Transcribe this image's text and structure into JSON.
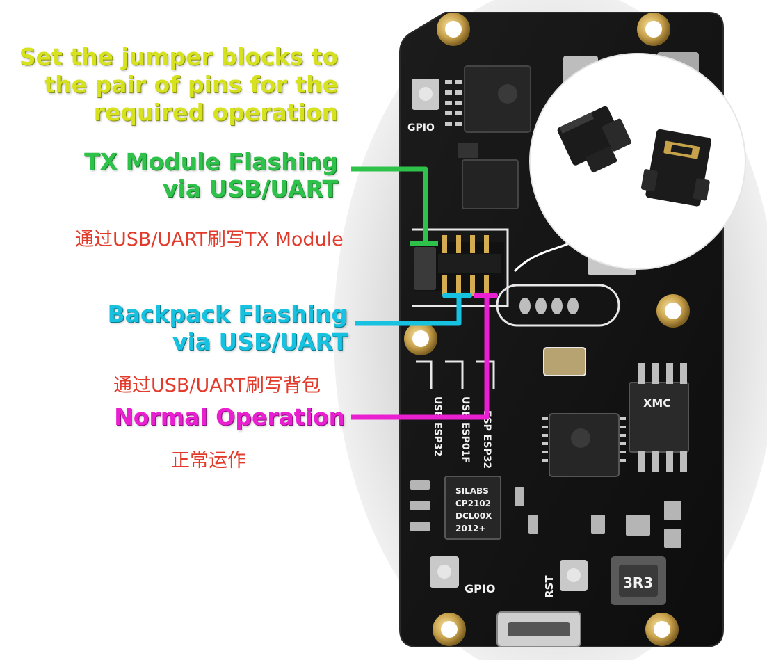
{
  "headline": [
    "Set the jumper blocks to",
    "the pair of pins for the",
    "required operation"
  ],
  "tx": {
    "line1": "TX Module Flashing",
    "line2": "via USB/UART",
    "zh": "通过USB/UART刷写TX Module",
    "color": "#2fc24a"
  },
  "backpack": {
    "line1": "Backpack Flashing",
    "line2": "via USB/UART",
    "zh": "通过USB/UART刷写背包",
    "color": "#17c2e0"
  },
  "normal": {
    "line1": "Normal Operation",
    "zh": "正常运作",
    "color": "#ea1fd2"
  },
  "silkscreen": {
    "gpio_top": "GPIO",
    "gpio_bottom": "GPIO",
    "rst": "RST",
    "usb_esp32": "USB ESP32",
    "usb_esp01f": "USB ESP01F",
    "esp_esp32": "ESP ESP32",
    "xmc": "XMC",
    "chip_cp2102": [
      "SILABS",
      "CP2102",
      "DCL00X",
      "2012+"
    ],
    "inductor": "3R3"
  }
}
